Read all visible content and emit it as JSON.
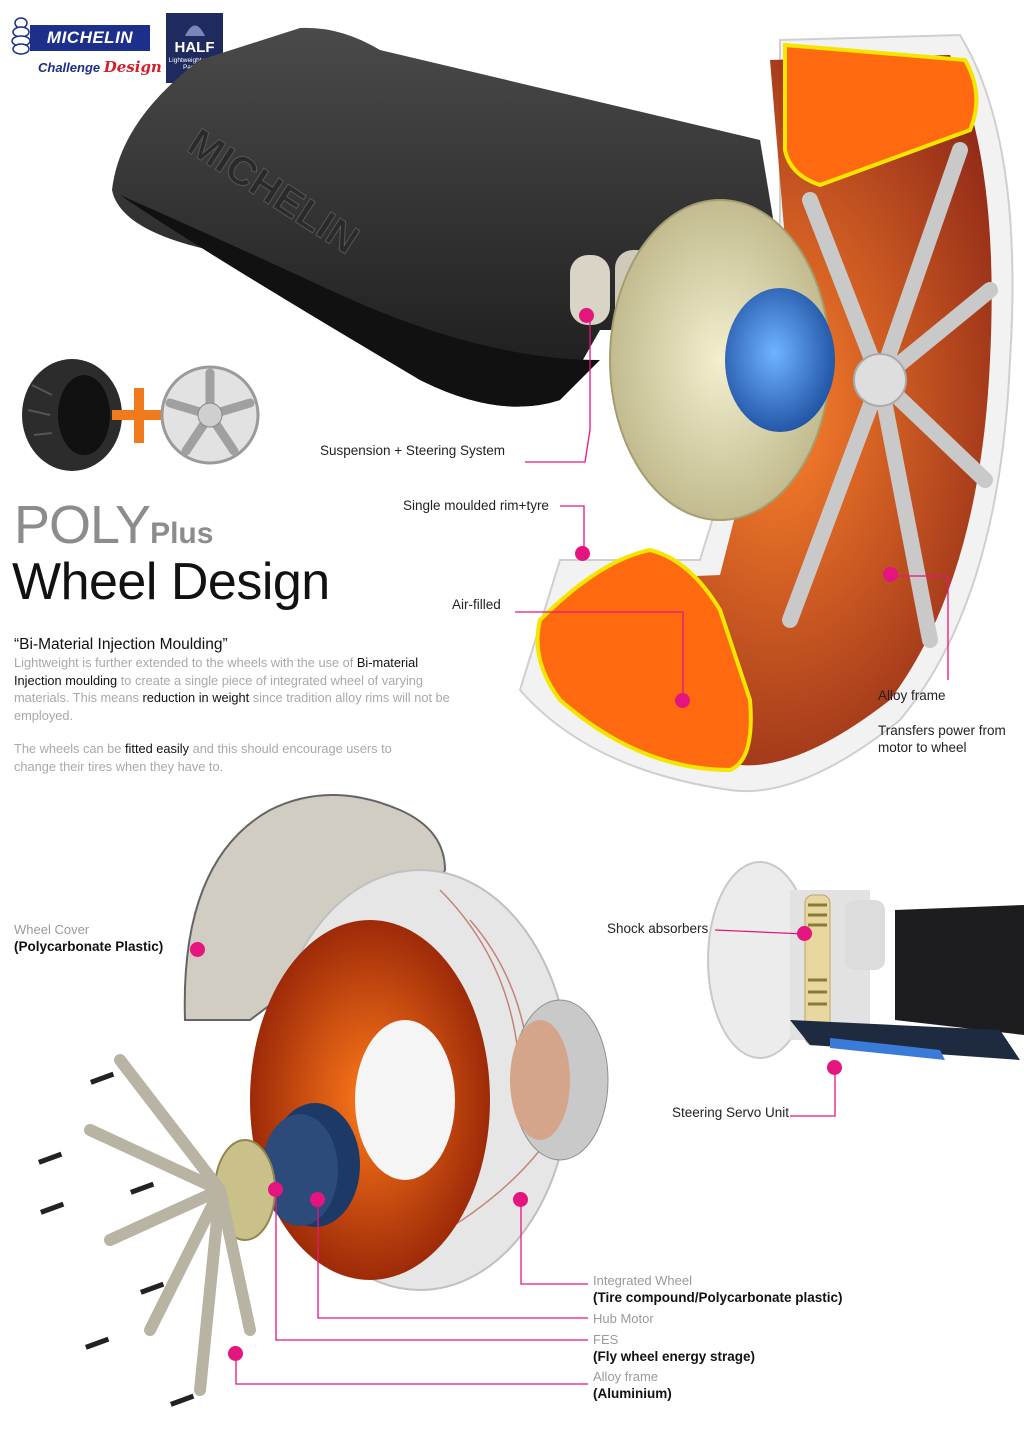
{
  "logos": {
    "michelin": "MICHELIN",
    "challenge": "Challenge",
    "design": "Design",
    "half_title": "HALF",
    "half_subtitle": "Lightweight with a Passion"
  },
  "title": {
    "poly": "POLY",
    "plus": "Plus",
    "wheel_design": "Wheel Design"
  },
  "description": {
    "heading": "“Bi-Material Injection Moulding”",
    "p1_a": "Lightweight is further extended to the wheels with the use of ",
    "p1_b": "Bi-material Injection moulding",
    "p1_c": " to create a single piece of integrated wheel of varying materials. This means ",
    "p1_d": "reduction in weight",
    "p1_e": " since tradition alloy rims will not be employed.",
    "p2_a": "The wheels can be ",
    "p2_b": "fitted easily",
    "p2_c": " and this should encourage users to change their tires when they have to."
  },
  "callouts_top": {
    "suspension": "Suspension + Steering System",
    "single_moulded": "Single moulded rim+tyre",
    "air_filled": "Air-filled",
    "alloy_frame": "Alloy frame",
    "transfers_power_1": "Transfers power from",
    "transfers_power_2": "motor to wheel"
  },
  "callouts_right": {
    "shock_absorbers": "Shock absorbers",
    "steering_servo": "Steering Servo Unit"
  },
  "callouts_bottom": {
    "wheel_cover_name": "Wheel Cover",
    "wheel_cover_material": "(Polycarbonate Plastic)",
    "integrated_wheel_name": "Integrated Wheel",
    "integrated_wheel_material": "(Tire compound/Polycarbonate plastic)",
    "hub_motor_name": "Hub Motor",
    "fes_name": "FES",
    "fes_full": "(Fly wheel energy strage)",
    "alloy_frame_name": "Alloy frame",
    "alloy_frame_material": "(Aluminium)"
  },
  "colors": {
    "accent_pink": "#e5157f",
    "michelin_blue": "#1c2f8a",
    "tire_orange": "#e0531a",
    "highlight_yellow": "#f4e600"
  }
}
